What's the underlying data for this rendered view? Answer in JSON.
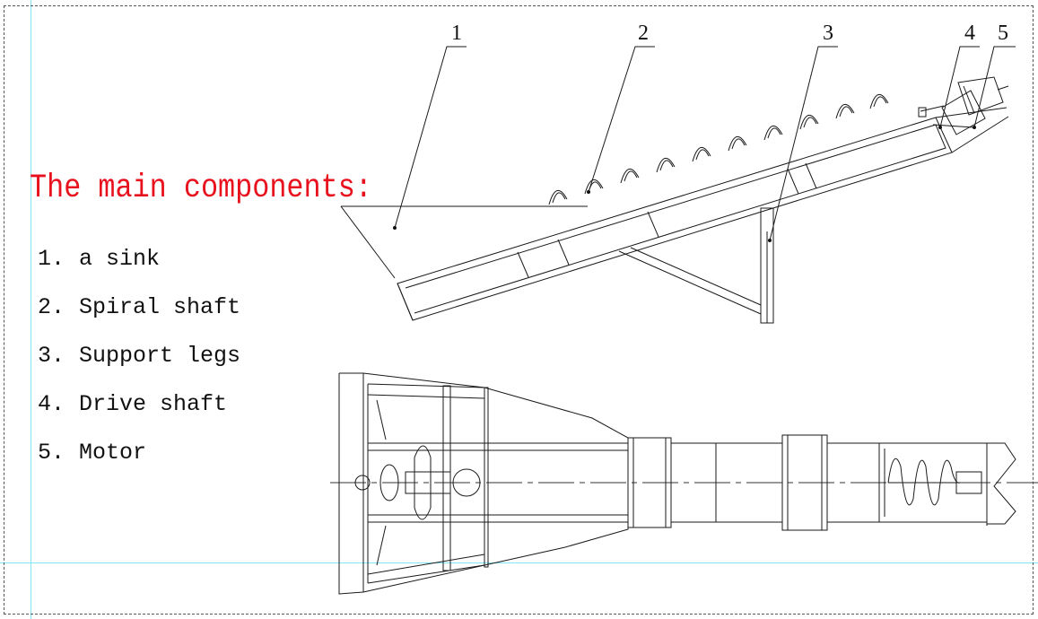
{
  "heading": {
    "text": "The main components:",
    "color": "#e8121e"
  },
  "components": [
    {
      "number": "1.",
      "name": "a sink"
    },
    {
      "number": "2.",
      "name": "Spiral shaft"
    },
    {
      "number": "3.",
      "name": "Support legs"
    },
    {
      "number": "4.",
      "name": "Drive shaft"
    },
    {
      "number": "5.",
      "name": "Motor"
    }
  ],
  "callouts": [
    "1",
    "2",
    "3",
    "4",
    "5"
  ]
}
